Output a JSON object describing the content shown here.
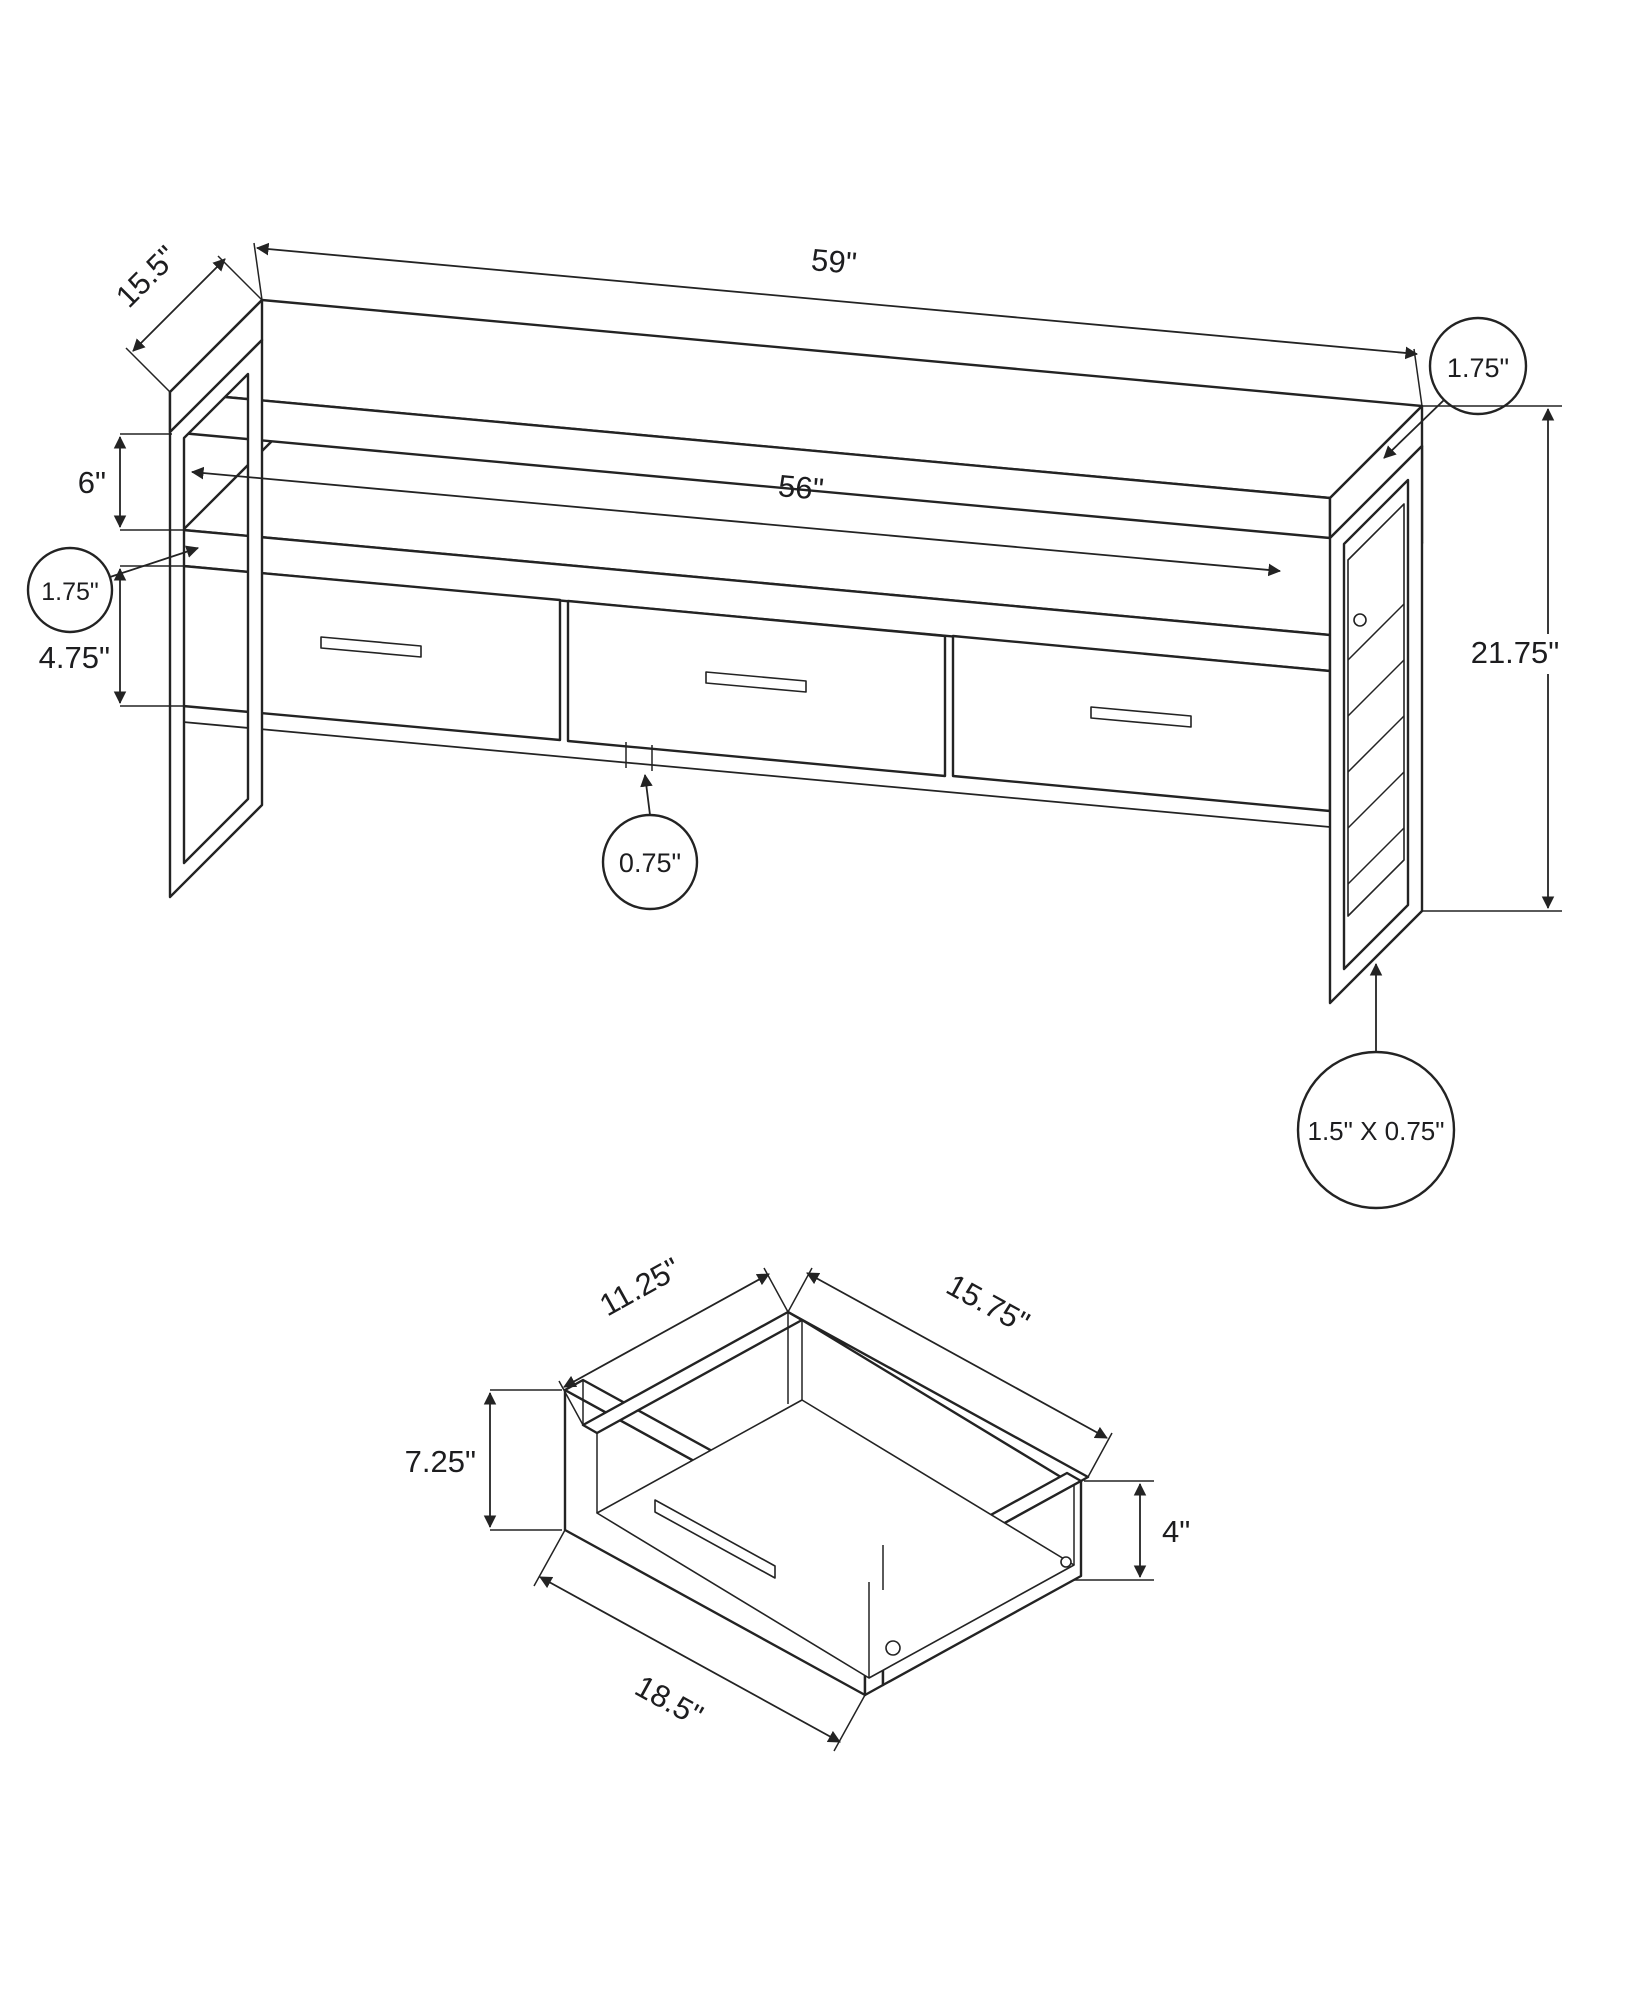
{
  "page": {
    "background": "#ffffff",
    "line_color": "#232323"
  },
  "tv_stand": {
    "dimensions": {
      "depth": "15.5\"",
      "width": "59\"",
      "top_thickness": "1.75\"",
      "open_shelf_height": "6\"",
      "inner_width": "56\"",
      "shelf_thickness": "1.75\"",
      "drawer_face_height": "4.75\"",
      "overall_height": "21.75\"",
      "bottom_gap": "0.75\"",
      "leg_profile": "1.5\" X 0.75\""
    }
  },
  "drawer": {
    "dimensions": {
      "inner_depth": "11.25\"",
      "inner_width": "15.75\"",
      "front_height": "7.25\"",
      "back_height": "4\"",
      "front_width": "18.5\""
    }
  }
}
